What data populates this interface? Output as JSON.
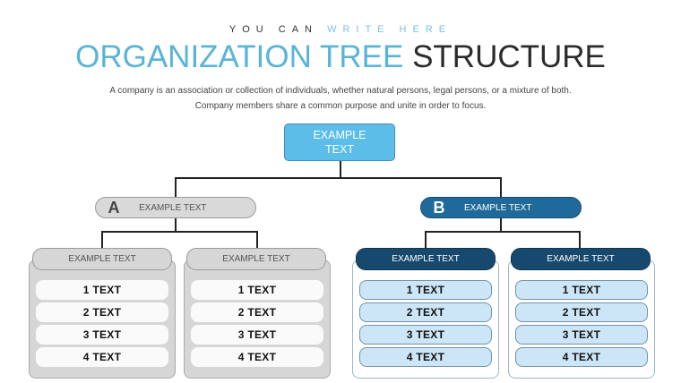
{
  "header": {
    "subtitle_plain": "YOU CAN",
    "subtitle_accent": "WRITE HERE",
    "title_accent": "ORGANIZATION TREE",
    "title_plain": "STRUCTURE",
    "description": "A company is an association or collection of individuals, whether natural persons, legal persons, or a mixture of both. Company members share a common purpose and unite in order to focus."
  },
  "tree": {
    "root": {
      "line1": "EXAMPLE",
      "line2": "TEXT",
      "color": "#5bbde8"
    },
    "branches": [
      {
        "letter": "A",
        "label": "EXAMPLE TEXT",
        "color": "#d9d9d9",
        "groups": [
          {
            "header": "EXAMPLE TEXT",
            "items": [
              "1 TEXT",
              "2 TEXT",
              "3 TEXT",
              "4 TEXT"
            ]
          },
          {
            "header": "EXAMPLE TEXT",
            "items": [
              "1 TEXT",
              "2 TEXT",
              "3 TEXT",
              "4 TEXT"
            ]
          }
        ]
      },
      {
        "letter": "B",
        "label": "EXAMPLE TEXT",
        "color": "#1f6a9a",
        "groups": [
          {
            "header": "EXAMPLE TEXT",
            "items": [
              "1 TEXT",
              "2 TEXT",
              "3 TEXT",
              "4 TEXT"
            ]
          },
          {
            "header": "EXAMPLE TEXT",
            "items": [
              "1 TEXT",
              "2 TEXT",
              "3 TEXT",
              "4 TEXT"
            ]
          }
        ]
      }
    ]
  },
  "colors": {
    "title_accent": "#5ab4d8",
    "dark_blue": "#17496e",
    "light_blue_item": "#cde6f7",
    "gray_panel": "#d6d6d6"
  }
}
